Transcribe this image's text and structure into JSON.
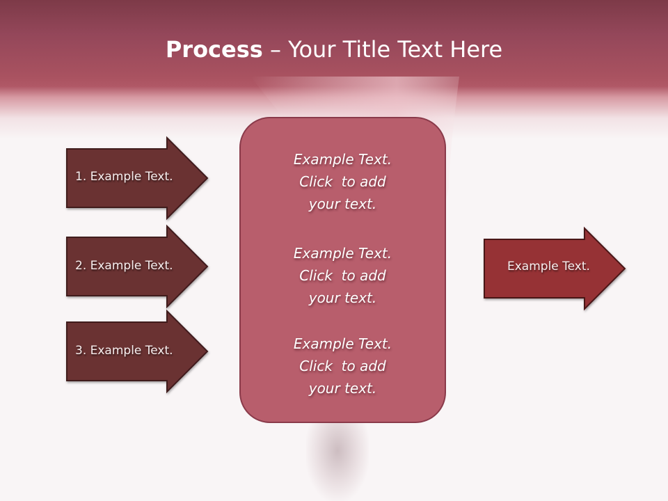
{
  "slide": {
    "title_bold": "Process",
    "title_rest": " – Your Title Text Here",
    "colors": {
      "header_top": "#7d3a48",
      "header_bottom": "#b05866",
      "input_arrow_fill": "#6a3133",
      "output_arrow_fill": "#963235",
      "center_box_fill": "#b85e6c",
      "background": "#f9f5f6"
    }
  },
  "inputs": [
    {
      "label": "1. Example Text."
    },
    {
      "label": "2. Example Text."
    },
    {
      "label": "3. Example Text."
    }
  ],
  "center": {
    "blocks": [
      {
        "line1": "Example Text.",
        "line2": "Click  to add",
        "line3": "your text."
      },
      {
        "line1": "Example Text.",
        "line2": "Click  to add",
        "line3": "your text."
      },
      {
        "line1": "Example Text.",
        "line2": "Click  to add",
        "line3": "your text."
      }
    ]
  },
  "output": {
    "label": "Example Text."
  }
}
